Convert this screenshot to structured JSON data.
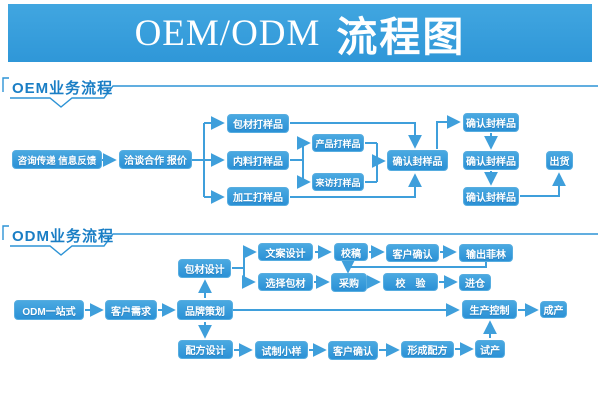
{
  "header": {
    "title_latin": "OEM/ODM",
    "title_cn": "流程图"
  },
  "colors": {
    "banner": "#38a0dc",
    "node_accent": "#2e96d8",
    "wire": "#3f9fdb",
    "section_title": "#1a7ec5"
  },
  "sections": [
    {
      "label": "OEM业务流程"
    },
    {
      "label": "ODM业务流程"
    }
  ],
  "oem": {
    "nodes": [
      {
        "label": "咨询传递 信息反馈"
      },
      {
        "label": "洽谈合作 报价"
      },
      {
        "label": "包材打样品"
      },
      {
        "label": "内料打样品"
      },
      {
        "label": "加工打样品"
      },
      {
        "label": "产品打样品"
      },
      {
        "label": "来访打样品"
      },
      {
        "label": "确认封样品"
      },
      {
        "label": "确认封样品"
      },
      {
        "label": "确认封样品"
      },
      {
        "label": "确认封样品"
      },
      {
        "label": "出货"
      }
    ]
  },
  "odm": {
    "nodes": [
      {
        "label": "ODM一站式"
      },
      {
        "label": "客户需求"
      },
      {
        "label": "品牌策划"
      },
      {
        "label": "包材设计"
      },
      {
        "label": "配方设计"
      },
      {
        "label": "文案设计"
      },
      {
        "label": "选择包材"
      },
      {
        "label": "校稿"
      },
      {
        "label": "客户确认"
      },
      {
        "label": "输出菲林"
      },
      {
        "label": "采购"
      },
      {
        "label": "校　验"
      },
      {
        "label": "进仓"
      },
      {
        "label": "试制小样"
      },
      {
        "label": "客户确认"
      },
      {
        "label": "形成配方"
      },
      {
        "label": "试产"
      },
      {
        "label": "生产控制"
      },
      {
        "label": "成产"
      }
    ]
  }
}
